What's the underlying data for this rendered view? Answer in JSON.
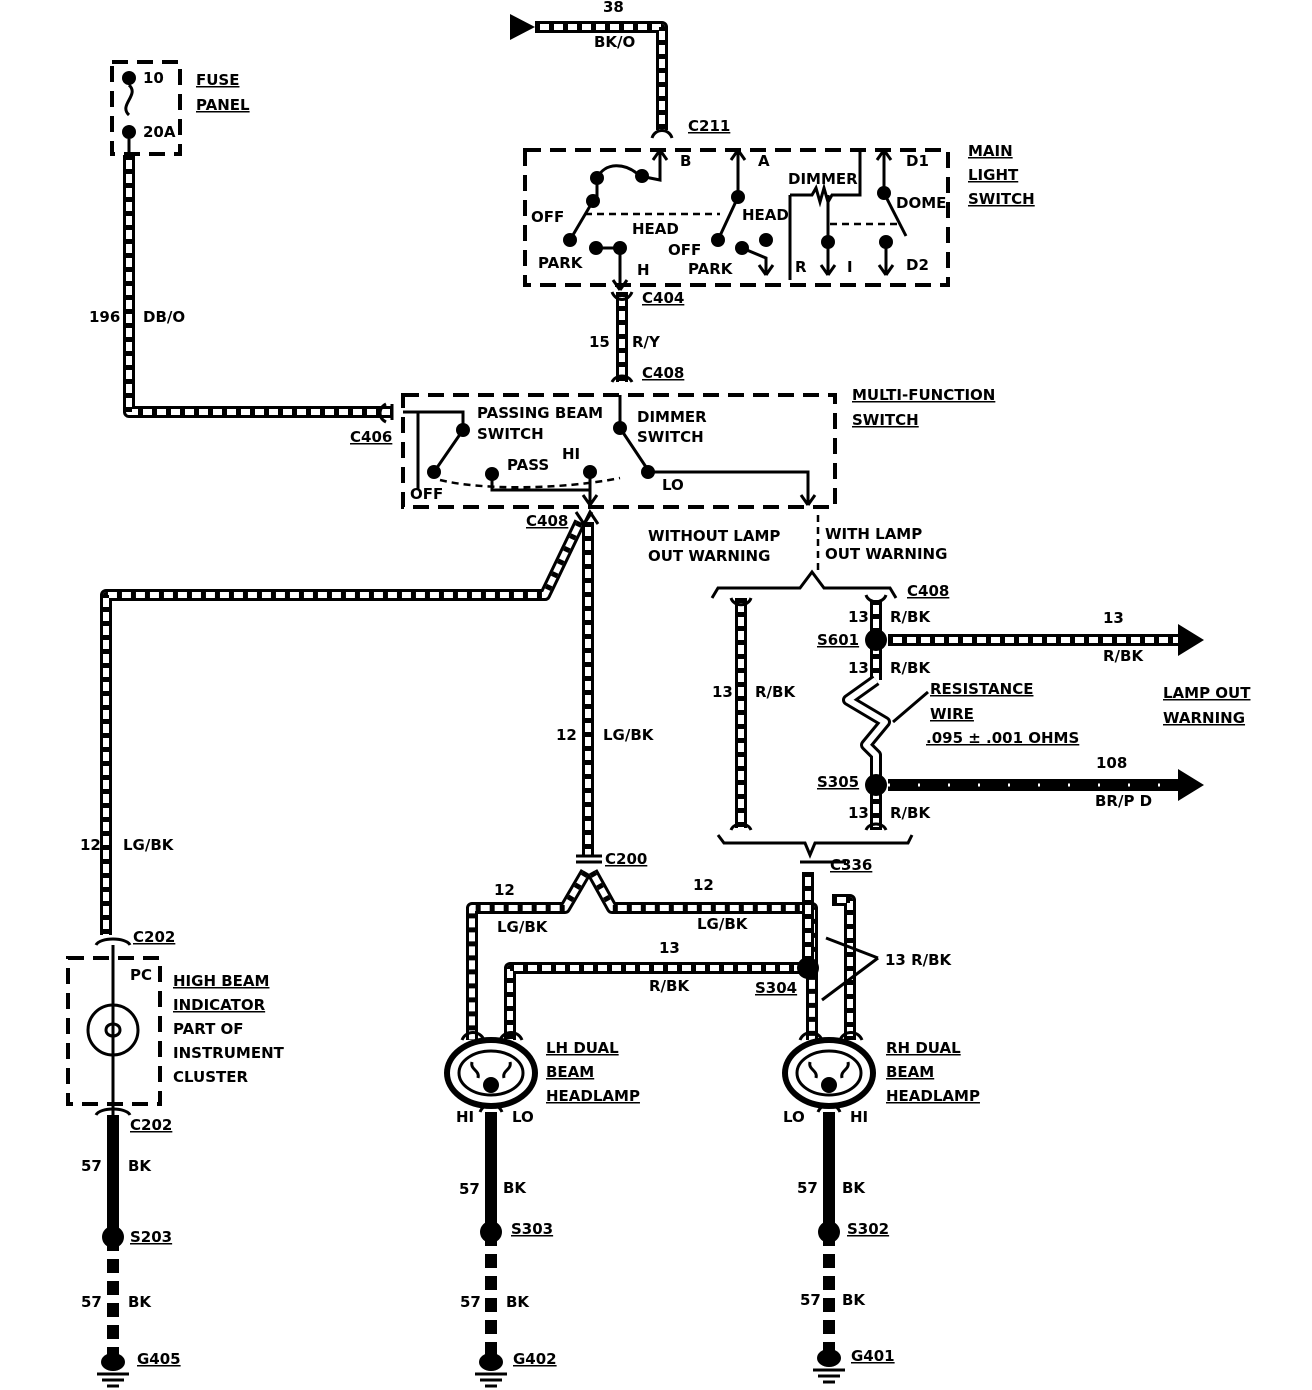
{
  "fuse_panel": {
    "title_1": "FUSE",
    "title_2": "PANEL",
    "fuse_number": "10",
    "fuse_rating": "20A"
  },
  "main_light_switch": {
    "title_1": "MAIN",
    "title_2": "LIGHT",
    "title_3": "SWITCH",
    "terminal_b": "B",
    "terminal_a": "A",
    "terminal_d1": "D1",
    "terminal_d2": "D2",
    "terminal_h": "H",
    "terminal_r": "R",
    "terminal_i": "I",
    "off_1": "OFF",
    "head_1": "HEAD",
    "park_1": "PARK",
    "head_2": "HEAD",
    "off_2": "OFF",
    "park_2": "PARK",
    "dimmer": "DIMMER",
    "dome": "DOME"
  },
  "multi_function_switch": {
    "title_1": "MULTI-FUNCTION",
    "title_2": "SWITCH",
    "passing_beam_1": "PASSING BEAM",
    "passing_beam_2": "SWITCH",
    "dimmer_1": "DIMMER",
    "dimmer_2": "SWITCH",
    "pass": "PASS",
    "hi": "HI",
    "lo": "LO",
    "off": "OFF"
  },
  "option_labels": {
    "without_1": "WITHOUT LAMP",
    "without_2": "OUT WARNING",
    "with_1": "WITH LAMP",
    "with_2": "OUT WARNING"
  },
  "connectors": {
    "c211": "C211",
    "c404": "C404",
    "c408_top": "C408",
    "c406": "C406",
    "c408_bottom": "C408",
    "c408_right": "C408",
    "c200": "C200",
    "c336": "C336",
    "c202_top": "C202",
    "c202_bottom": "C202"
  },
  "splices": {
    "s601": "S601",
    "s305": "S305",
    "s304": "S304",
    "s203": "S203",
    "s303": "S303",
    "s302": "S302"
  },
  "grounds": {
    "g405": "G405",
    "g402": "G402",
    "g401": "G401"
  },
  "wires": {
    "w38_num": "38",
    "w38_color": "BK/O",
    "w196_num": "196",
    "w196_color": "DB/O",
    "w15_num": "15",
    "w15_color": "R/Y",
    "w12_left_num": "12",
    "w12_left_color": "LG/BK",
    "w12_center_num": "12",
    "w12_center_color": "LG/BK",
    "w13_left_num": "13",
    "w13_left_color": "R/BK",
    "w13_c408_num": "13",
    "w13_c408_color": "R/BK",
    "w13_s601_num": "13",
    "w13_s601_color": "R/BK",
    "w13_out_num": "13",
    "w13_out_color": "R/BK",
    "w108_num": "108",
    "w108_color": "BR/P D",
    "w13_s305_num": "13",
    "w13_s305_color": "R/BK",
    "w12_lh_num": "12",
    "w12_lh_color": "LG/BK",
    "w12_rh_num": "12",
    "w12_rh_color": "LG/BK",
    "w13_s304_num": "13",
    "w13_s304_color": "R/BK",
    "w13_rbk_callout": "13 R/BK",
    "w57_hb1_num": "57",
    "w57_hb1_color": "BK",
    "w57_hb2_num": "57",
    "w57_hb2_color": "BK",
    "w57_lh1_num": "57",
    "w57_lh1_color": "BK",
    "w57_lh2_num": "57",
    "w57_lh2_color": "BK",
    "w57_rh1_num": "57",
    "w57_rh1_color": "BK",
    "w57_rh2_num": "57",
    "w57_rh2_color": "BK"
  },
  "resistance_wire": {
    "line_1": "RESISTANCE",
    "line_2": "WIRE",
    "line_3": ".095 ± .001 OHMS"
  },
  "lamp_out_warning": {
    "line_1": "LAMP OUT",
    "line_2": "WARNING"
  },
  "high_beam_indicator": {
    "pc": "PC",
    "line_1": "HIGH BEAM",
    "line_2": "INDICATOR",
    "line_3": "PART OF",
    "line_4": "INSTRUMENT",
    "line_5": "CLUSTER"
  },
  "lh_headlamp": {
    "line_1": "LH DUAL",
    "line_2": "BEAM",
    "line_3": "HEADLAMP",
    "hi": "HI",
    "lo": "LO"
  },
  "rh_headlamp": {
    "line_1": "RH DUAL",
    "line_2": "BEAM",
    "line_3": "HEADLAMP",
    "lo": "LO",
    "hi": "HI"
  }
}
